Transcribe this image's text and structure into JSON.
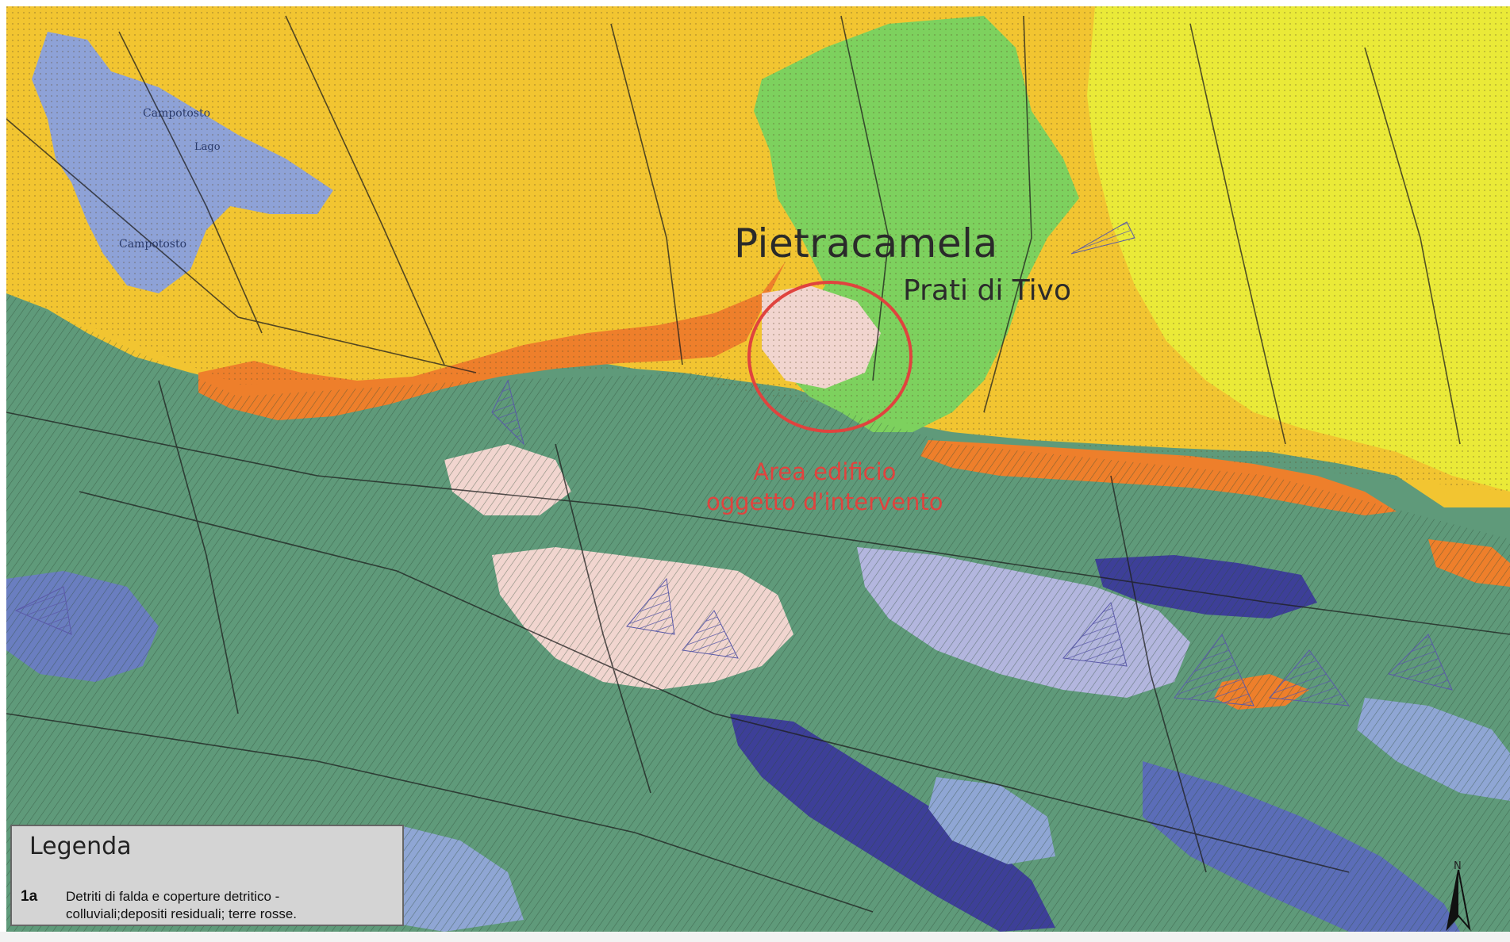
{
  "map": {
    "place_main": "Pietracamela",
    "place_sub": "Prati di Tivo",
    "area_note_line1": "Area edificio",
    "area_note_line2": "oggetto d'intervento",
    "lake_label": "Campotosto",
    "lake_label2": "Campotosto",
    "lake_label3": "Lago",
    "colors": {
      "yellow_unit": "#f2c531",
      "bright_yellow_unit": "#eaea38",
      "orange_unit": "#ee7f2b",
      "green_unit": "#7dd15e",
      "dark_green_unit": "#4e8a63",
      "lavender_unit": "#b3b6de",
      "pink_unit": "#f1d5cf",
      "blue_unit": "#6a7ec0",
      "dark_blue_unit": "#3d3f98",
      "lake": "#8ea2d7",
      "highlight_circle": "#e0433e"
    }
  },
  "legend": {
    "title": "Legenda",
    "items": [
      {
        "code": "1a",
        "description": "Detriti di falda e coperture detritico - colluviali;depositi residuali; terre rosse."
      }
    ]
  },
  "north_arrow": {
    "label": "N",
    "icon": "north-arrow-icon"
  }
}
